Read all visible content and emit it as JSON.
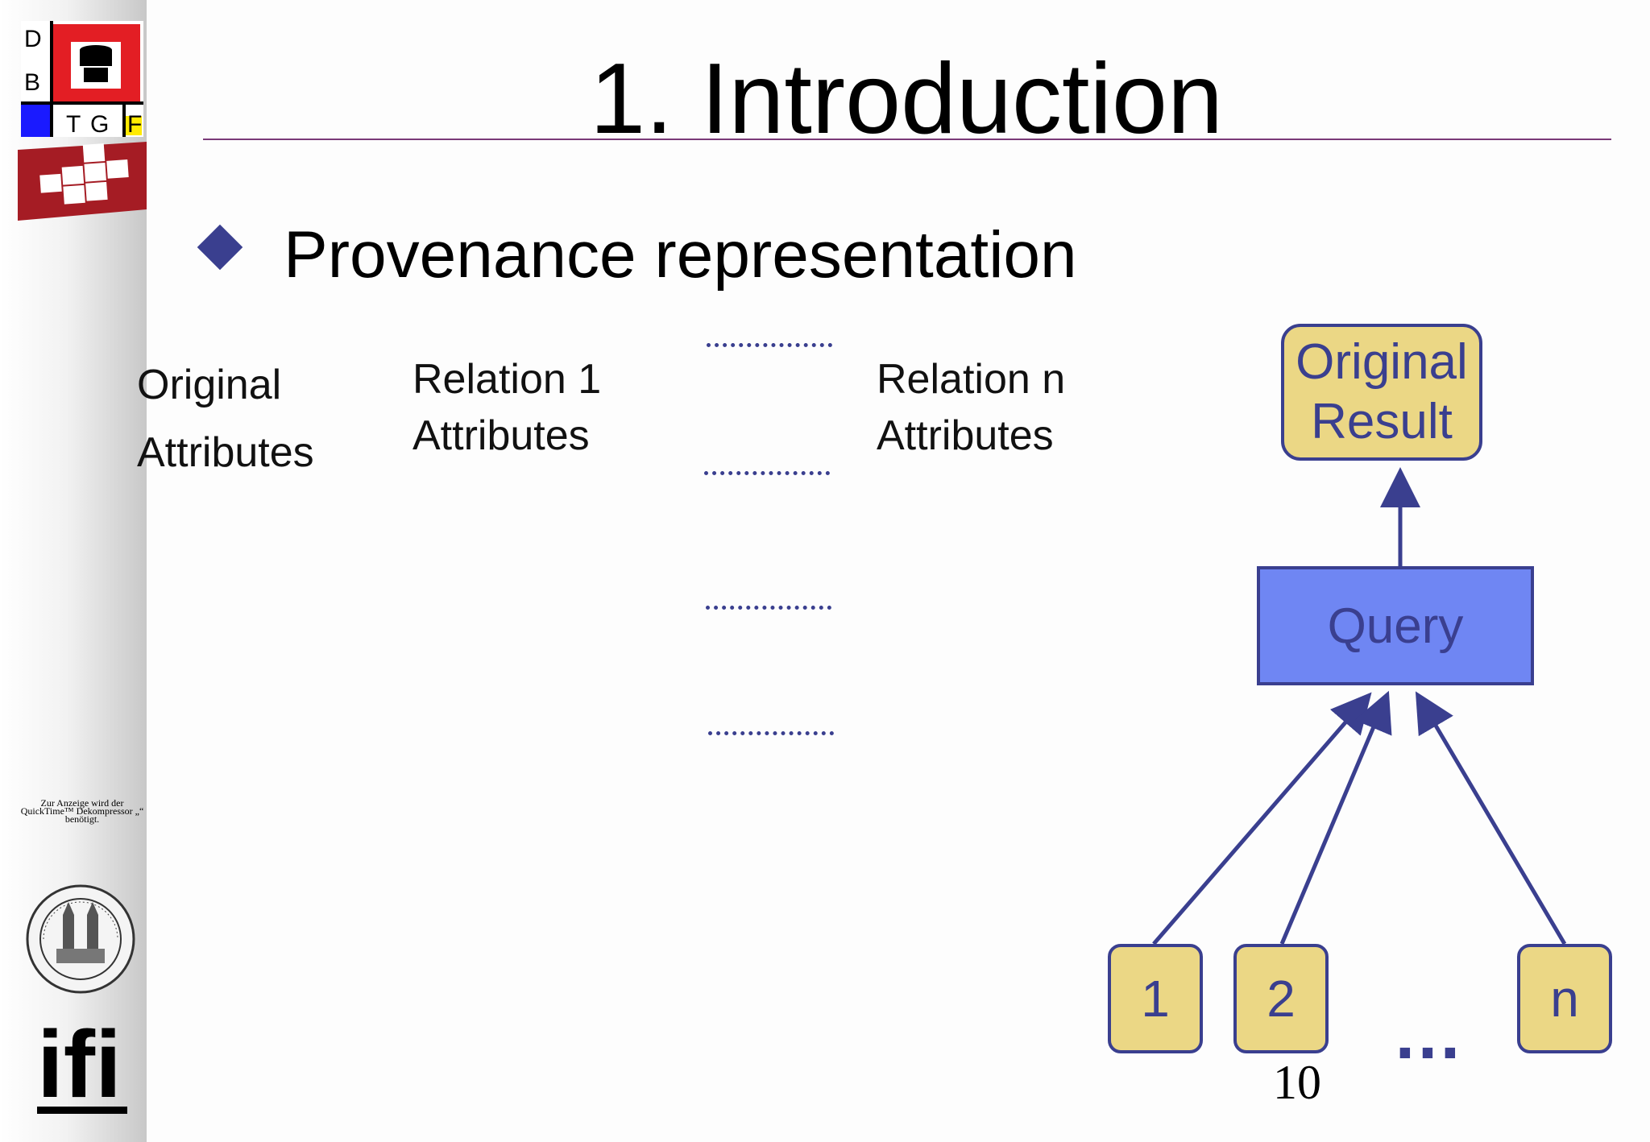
{
  "slide": {
    "title": "1. Introduction",
    "bullet": "Provenance representation",
    "page_number": "10"
  },
  "columns": {
    "original": [
      "Original",
      "Attributes"
    ],
    "relation1": [
      "Relation 1",
      "Attributes"
    ],
    "relation_n": [
      "Relation n",
      "Attributes"
    ]
  },
  "diagram": {
    "result_label": [
      "Original",
      "Result"
    ],
    "query_label": "Query",
    "inputs": [
      "1",
      "2",
      "n"
    ],
    "ellipsis": "…"
  },
  "sidebar": {
    "logo_letters": [
      "D",
      "B",
      "T",
      "G",
      "F"
    ],
    "quicktime_note": "Zur Anzeige wird der QuickTime™ Dekompressor „“ benötigt.",
    "seal_text": "UNIVERSITAS TURICENSIS",
    "ifi_logo": "ifi"
  },
  "colors": {
    "accent": "#3a3f8f",
    "box_yellow": "#ebd785",
    "query_blue": "#6f86f3",
    "title_rule": "#7a3a78",
    "logo_red": "#e31e24",
    "logo_darkred": "#a51c24"
  }
}
